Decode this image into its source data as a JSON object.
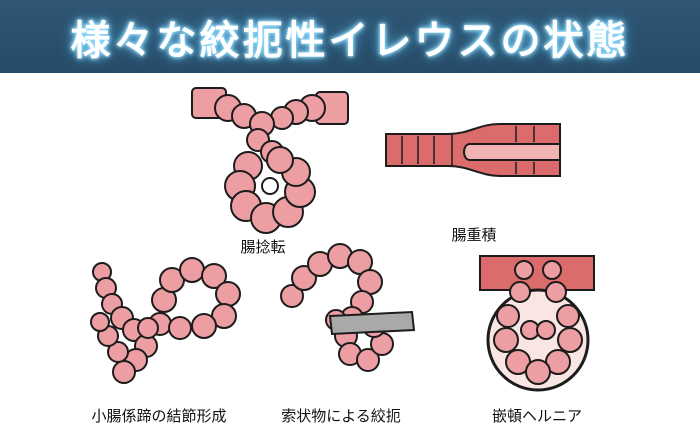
{
  "title": "様々な絞扼性イレウスの状態",
  "figures": {
    "volvulus": "腸捻転",
    "intussusception": "腸重積",
    "knotting": "小腸係蹄の結節形成",
    "band": "索状物による絞扼",
    "incarcerated_hernia": "嵌頓ヘルニア"
  },
  "colors": {
    "banner": "#2f5675",
    "bowel": "#ec9ea2",
    "bowel_outline": "#1c1c1c",
    "sheath": "#dc6b6b",
    "band": "#a9a9a9",
    "hernia_sac_fill": "#f9e6e4"
  }
}
